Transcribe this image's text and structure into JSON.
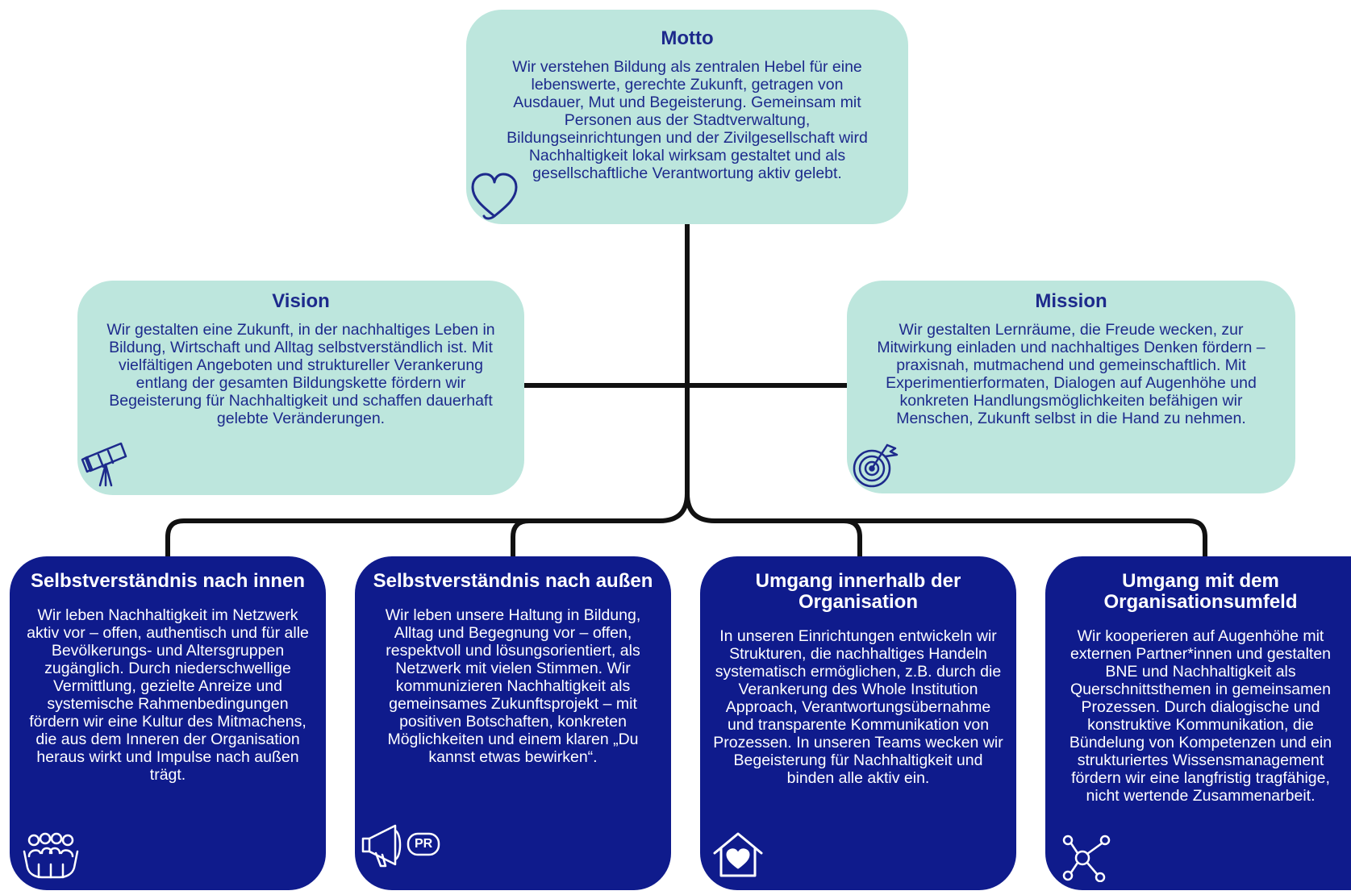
{
  "motto": {
    "title": "Motto",
    "text": "Wir verstehen Bildung als zentralen Hebel für eine lebenswerte, gerechte Zukunft, getragen von Ausdauer, Mut und Begeisterung. Gemeinsam mit Personen aus der Stadtverwaltung, Bildungseinrichtungen und der Zivilgesellschaft wird Nachhaltigkeit lokal wirksam gestaltet und als gesellschaftliche Verantwortung aktiv gelebt.",
    "icon": "heart-icon"
  },
  "vision": {
    "title": "Vision",
    "text": "Wir gestalten eine Zukunft, in der nachhaltiges Leben in Bildung, Wirtschaft und Alltag selbstverständlich ist. Mit vielfältigen Angeboten und struktureller Verankerung entlang der gesamten Bildungskette fördern wir Begeisterung für Nachhaltigkeit und schaffen dauerhaft gelebte Veränderungen.",
    "icon": "telescope-icon"
  },
  "mission": {
    "title": "Mission",
    "text": "Wir gestalten Lernräume, die Freude wecken, zur Mitwirkung einladen und nachhaltiges Denken fördern – praxisnah, mutmachend und gemeinschaftlich. Mit Experimentierformaten, Dialogen auf Augenhöhe und konkreten Handlungsmöglichkeiten befähigen wir Menschen, Zukunft selbst in die Hand zu nehmen.",
    "icon": "target-icon"
  },
  "pillars": [
    {
      "title": "Selbstverständnis nach innen",
      "text": "Wir leben Nachhaltigkeit im Netzwerk aktiv vor – offen, authentisch und für alle Bevölkerungs- und Altersgruppen zugänglich. Durch niederschwellige Vermittlung, gezielte Anreize und systemische Rahmenbedingungen fördern wir eine Kultur des Mitmachens, die aus dem Inneren der Organisation heraus wirkt und Impulse nach außen trägt.",
      "icon": "group-hands-icon"
    },
    {
      "title": "Selbstverständnis nach außen",
      "text": "Wir leben unsere Haltung in Bildung, Alltag und Begegnung vor – offen, respektvoll und lösungsorientiert, als Netzwerk mit vielen Stimmen. Wir kommunizieren Nachhaltigkeit als gemeinsames Zukunftsprojekt – mit positiven Botschaften, konkreten Möglichkeiten und einem klaren „Du kannst etwas bewirken“.",
      "icon": "megaphone-icon",
      "icon_label": "PR"
    },
    {
      "title": "Umgang innerhalb der Organisation",
      "text": "In unseren Einrichtungen entwickeln wir Strukturen, die nachhaltiges Handeln systematisch ermöglichen, z.B. durch die Verankerung des Whole Institution Approach, Verantwortungsübernahme und transparente Kommunikation von Prozessen. In unseren Teams wecken wir Begeisterung für Nachhaltigkeit und binden alle aktiv ein.",
      "icon": "house-heart-icon"
    },
    {
      "title": "Umgang mit dem Organisationsumfeld",
      "text": "Wir kooperieren auf Augenhöhe mit externen Partner*innen und gestalten BNE und Nachhaltigkeit als Querschnittsthemen in gemeinsamen Prozessen. Durch dialogische und konstruktive Kommunikation, die Bündelung von Kompetenzen und ein strukturiertes Wissensmanagement fördern wir eine langfristig tragfähige, nicht wertende Zusammenarbeit.",
      "icon": "network-icon"
    }
  ],
  "colors": {
    "light_box": "#bde6dd",
    "dark_box": "#0f1b8c",
    "light_text": "#1d2a8c",
    "connector": "#111111"
  }
}
